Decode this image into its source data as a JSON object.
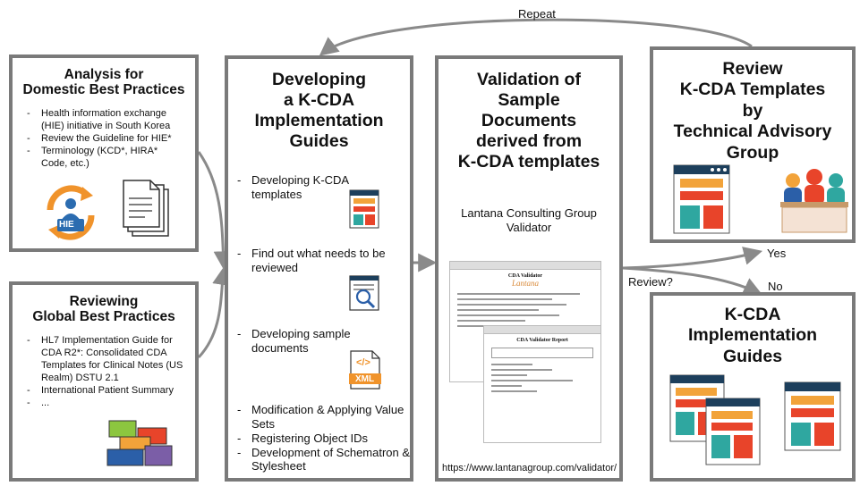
{
  "repeat_label": "Repeat",
  "review_label": "Review?",
  "yes_label": "Yes",
  "no_label": "No",
  "domestic": {
    "title_lines": [
      "Analysis for",
      "Domestic Best Practices"
    ],
    "items": [
      "Health information exchange (HIE) initiative in South Korea",
      "Review the Guideline for HIE*",
      "Terminology (KCD*, HIRA* Code, etc.)"
    ],
    "hie_badge": "HIE"
  },
  "global": {
    "title_lines": [
      "Reviewing",
      "Global Best Practices"
    ],
    "items": [
      "HL7 Implementation Guide for CDA R2*: Consolidated CDA Templates for Clinical Notes (US Realm) DSTU 2.1",
      "International Patient Summary",
      "..."
    ]
  },
  "developing": {
    "title_lines": [
      "Developing",
      "a K-CDA",
      "Implementation",
      "Guides"
    ],
    "items": [
      "Developing K-CDA templates",
      "Find out what needs to be reviewed",
      "Developing sample documents",
      "Modification & Applying Value Sets",
      "Registering Object IDs",
      "Development of Schematron & Stylesheet"
    ],
    "xml_badge": "XML",
    "code_glyph": "</>"
  },
  "validation": {
    "title_lines": [
      "Validation of",
      "Sample",
      "Documents",
      "derived from",
      "K-CDA templates"
    ],
    "validator_lines": [
      "Lantana Consulting Group",
      "Validator"
    ],
    "screen1_title": "CDA Validator",
    "screen1_logo": "Lantana",
    "screen2_title": "CDA Validator Report",
    "url": "https://www.lantanagroup.com/validator/"
  },
  "review": {
    "title_lines": [
      "Review",
      "K-CDA Templates",
      "by",
      "Technical Advisory",
      "Group"
    ]
  },
  "guides": {
    "title_lines": [
      "K-CDA",
      "Implementation",
      "Guides"
    ]
  },
  "colors": {
    "border": "#7a7a7a",
    "arrow": "#8a8a8a",
    "doc_red": "#e8442a",
    "doc_orange": "#f2a33a",
    "doc_teal": "#2fa7a0",
    "doc_header": "#1d3f5c",
    "hie_blue": "#2b6cb0",
    "hie_orange": "#f0932b"
  }
}
